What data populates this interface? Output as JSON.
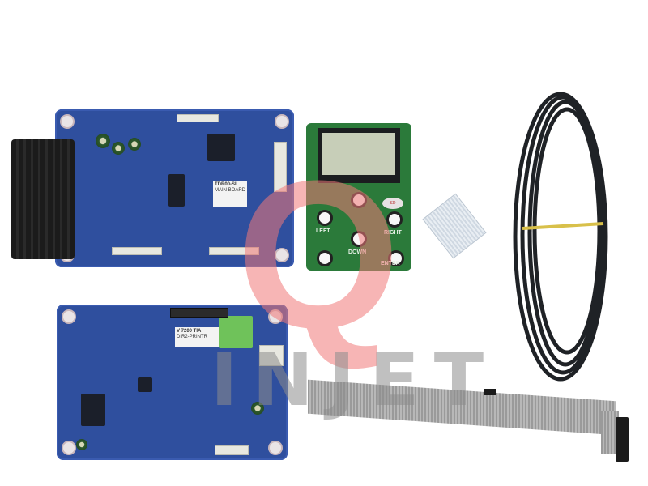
{
  "scene": {
    "description": "Product photo of printer control board kit on white background",
    "background_color": "#ffffff"
  },
  "items": {
    "main_board": {
      "label_line1": "TDR00-SL",
      "label_line2": "MAIN BOARD",
      "color": "#2f4f9e"
    },
    "control_panel": {
      "color": "#2b7a3a",
      "buttons": {
        "left": "LEFT",
        "right": "RIGHT",
        "down": "DOWN",
        "enter": "ENTER",
        "top_badge": "SD"
      }
    },
    "head_board": {
      "label_line1": "V 7200 TIA",
      "label_line2": "DIR2-PRINTR"
    },
    "flex_cable": {
      "color": "#e9eef3"
    },
    "black_cable": {
      "color": "#1f2226"
    },
    "ribbon_cable": {
      "color": "#a6a6a6"
    }
  },
  "watermark": {
    "logo_letter": "Q",
    "text": "INJET",
    "logo_color": "#f07878",
    "text_color": "#8c8c8c"
  }
}
